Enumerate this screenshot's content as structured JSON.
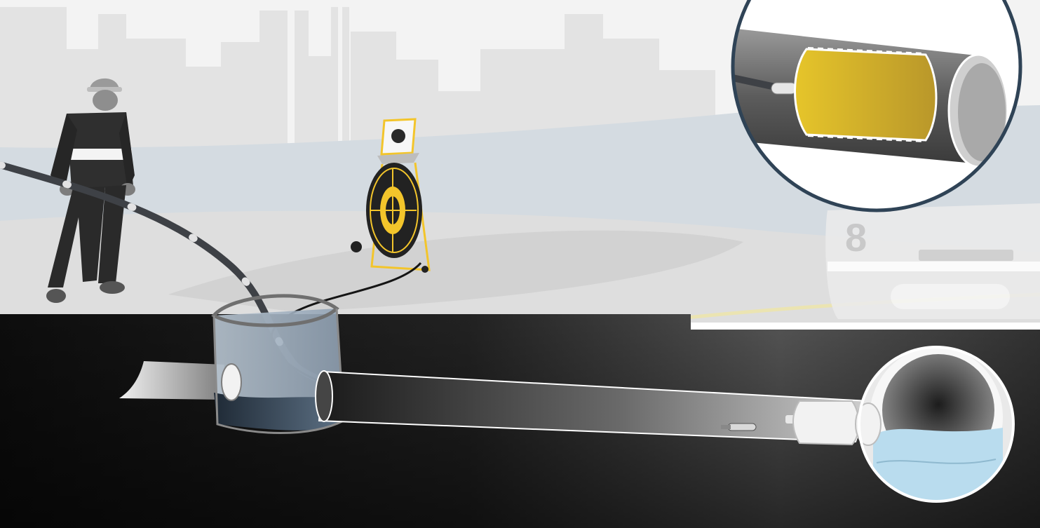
{
  "scene": {
    "title": "",
    "labels": []
  },
  "inset_top": {
    "depicts": "pipe-liner-packer-in-pipe",
    "liner_color": "#e0bc2a"
  },
  "inset_bottom": {
    "depicts": "pipe-opening-with-water",
    "water_color": "#b9dcee"
  },
  "colors": {
    "sky": "#f1f1f1",
    "street": "#d6dde2",
    "underground": "#1e1e1e",
    "reel_accent": "#f3c52b",
    "cable": "#3e4146",
    "ring_border": "#2f4356"
  },
  "icons": [
    "worker-figure",
    "camera-reel",
    "manhole-chamber",
    "pipe",
    "inspection-camera",
    "packer-plug"
  ]
}
